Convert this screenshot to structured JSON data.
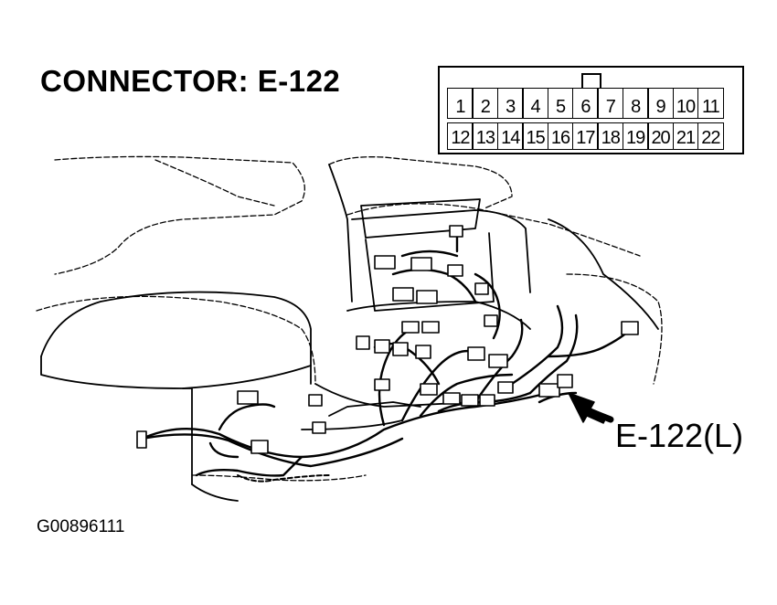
{
  "title": "CONNECTOR: E-122",
  "figure_code": "G00896111",
  "callout_label": "E-122(L)",
  "connector_pins": {
    "row1": [
      "1",
      "2",
      "3",
      "4",
      "5",
      "6",
      "7",
      "8",
      "9",
      "10",
      "11"
    ],
    "row2": [
      "12",
      "13",
      "14",
      "15",
      "16",
      "17",
      "18",
      "19",
      "20",
      "21",
      "22"
    ]
  }
}
